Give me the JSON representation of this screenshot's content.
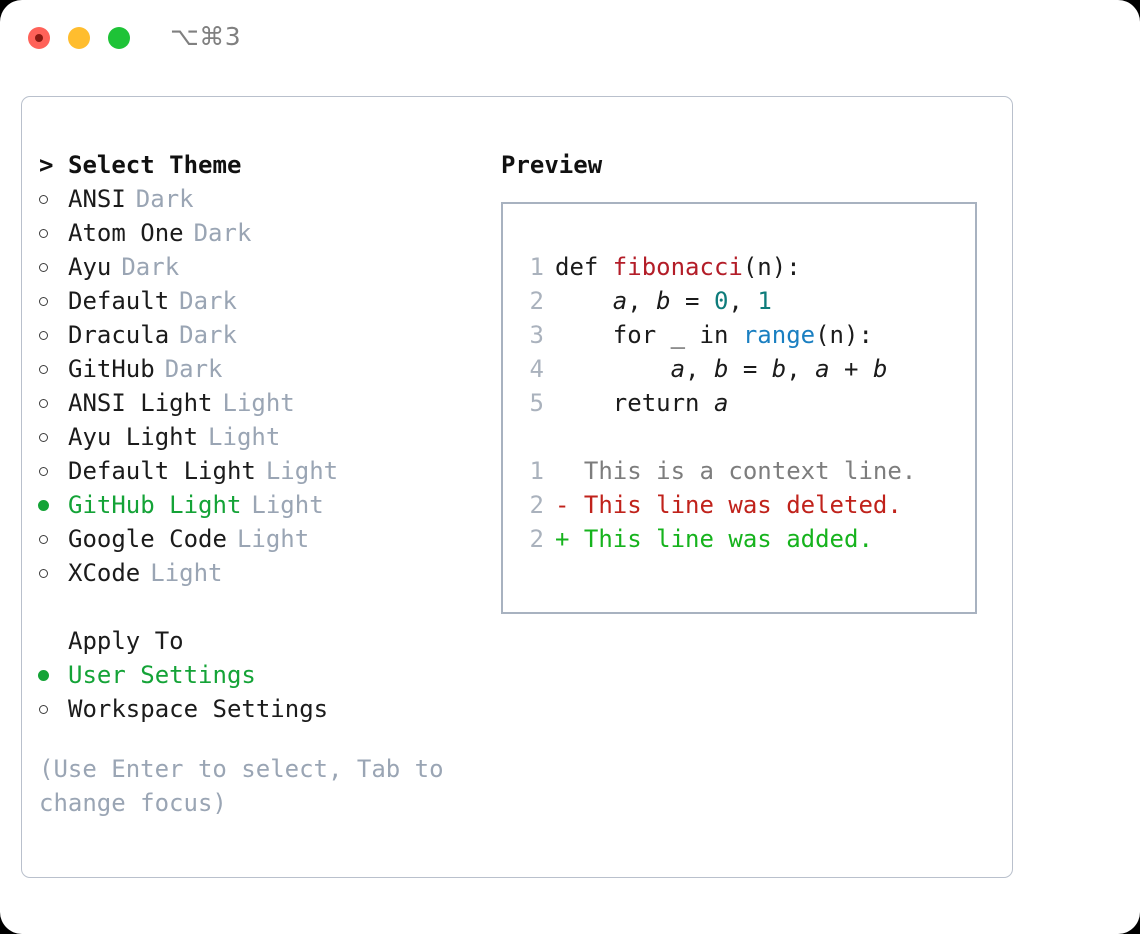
{
  "titlebar": {
    "shortcut": "⌥⌘3",
    "lights": [
      "close-light",
      "minimize-light",
      "maximize-light"
    ]
  },
  "theme_panel": {
    "header_prefix": ">",
    "header": "Select Theme",
    "items": [
      {
        "name": "ANSI",
        "variant": "Dark",
        "selected": false
      },
      {
        "name": "Atom One",
        "variant": "Dark",
        "selected": false
      },
      {
        "name": "Ayu",
        "variant": "Dark",
        "selected": false
      },
      {
        "name": "Default",
        "variant": "Dark",
        "selected": false
      },
      {
        "name": "Dracula",
        "variant": "Dark",
        "selected": false
      },
      {
        "name": "GitHub",
        "variant": "Dark",
        "selected": false
      },
      {
        "name": "ANSI Light",
        "variant": "Light",
        "selected": false
      },
      {
        "name": "Ayu Light",
        "variant": "Light",
        "selected": false
      },
      {
        "name": "Default Light",
        "variant": "Light",
        "selected": false
      },
      {
        "name": "GitHub Light",
        "variant": "Light",
        "selected": true
      },
      {
        "name": "Google Code",
        "variant": "Light",
        "selected": false
      },
      {
        "name": "XCode",
        "variant": "Light",
        "selected": false
      }
    ]
  },
  "apply_to": {
    "header": "Apply To",
    "options": [
      {
        "name": "User Settings",
        "selected": true
      },
      {
        "name": "Workspace Settings",
        "selected": false
      }
    ]
  },
  "hint": "(Use Enter to select, Tab to change focus)",
  "preview": {
    "title": "Preview",
    "code_lines": [
      {
        "n": "1",
        "tokens": [
          {
            "t": "def ",
            "k": "kw"
          },
          {
            "t": "fibonacci",
            "k": "fn"
          },
          {
            "t": "(n):",
            "k": "plain"
          }
        ]
      },
      {
        "n": "2",
        "tokens": [
          {
            "t": "    ",
            "k": "plain"
          },
          {
            "t": "a",
            "k": "var"
          },
          {
            "t": ", ",
            "k": "plain"
          },
          {
            "t": "b",
            "k": "var"
          },
          {
            "t": " = ",
            "k": "plain"
          },
          {
            "t": "0",
            "k": "num"
          },
          {
            "t": ", ",
            "k": "plain"
          },
          {
            "t": "1",
            "k": "num"
          }
        ]
      },
      {
        "n": "3",
        "tokens": [
          {
            "t": "    for _ in ",
            "k": "kw"
          },
          {
            "t": "range",
            "k": "builtin"
          },
          {
            "t": "(n):",
            "k": "plain"
          }
        ]
      },
      {
        "n": "4",
        "tokens": [
          {
            "t": "        ",
            "k": "plain"
          },
          {
            "t": "a",
            "k": "var"
          },
          {
            "t": ", ",
            "k": "plain"
          },
          {
            "t": "b",
            "k": "var"
          },
          {
            "t": " = ",
            "k": "plain"
          },
          {
            "t": "b",
            "k": "var"
          },
          {
            "t": ", ",
            "k": "plain"
          },
          {
            "t": "a",
            "k": "var"
          },
          {
            "t": " + ",
            "k": "plain"
          },
          {
            "t": "b",
            "k": "var"
          }
        ]
      },
      {
        "n": "5",
        "tokens": [
          {
            "t": "    return ",
            "k": "kw"
          },
          {
            "t": "a",
            "k": "var"
          }
        ]
      }
    ],
    "diff_lines": [
      {
        "n": "1",
        "marker": " ",
        "text": "This is a context line.",
        "kind": "ctx"
      },
      {
        "n": "2",
        "marker": "-",
        "text": "This line was deleted.",
        "kind": "del"
      },
      {
        "n": "2",
        "marker": "+",
        "text": "This line was added.",
        "kind": "add"
      }
    ]
  },
  "colors": {
    "selected_green": "#14a337",
    "muted": "#9aa5b4",
    "border": "#b9c0cc",
    "preview_border": "#a8b2c0",
    "fn_red": "#b31d28",
    "num_teal": "#0e7c7b",
    "builtin_blue": "#1a7fc1",
    "diff_add": "#16b31d",
    "diff_del": "#c0221b"
  }
}
